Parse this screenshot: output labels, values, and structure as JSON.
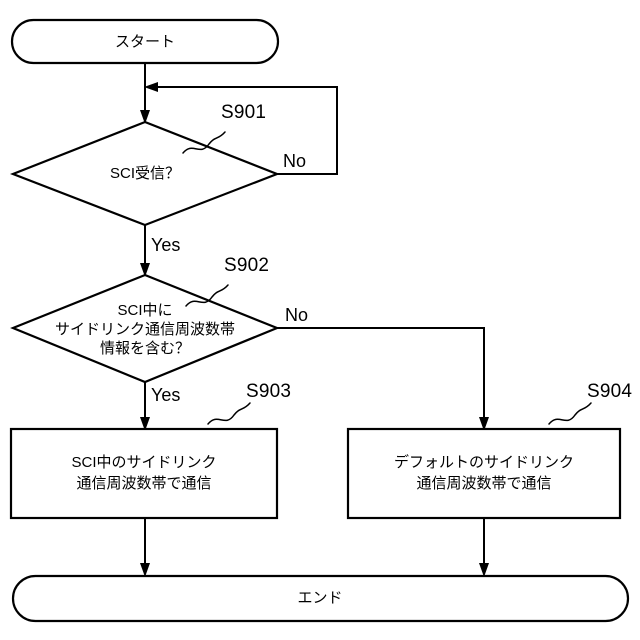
{
  "diagram": {
    "type": "flowchart",
    "title": "",
    "background_color": "#ffffff",
    "line_color": "#000000",
    "nodes": {
      "start": {
        "label": "スタート",
        "shape": "terminator"
      },
      "end": {
        "label": "エンド",
        "shape": "terminator"
      },
      "s901": {
        "ref": "S901",
        "shape": "decision",
        "label": "SCI受信？"
      },
      "s902": {
        "ref": "S902",
        "shape": "decision",
        "line1": "SCI中に",
        "line2": "サイドリンク通信周波数帯",
        "line3": "情報を含む？"
      },
      "s903": {
        "ref": "S903",
        "shape": "process",
        "line1": "SCI中のサイドリンク",
        "line2": "通信周波数帯で通信"
      },
      "s904": {
        "ref": "S904",
        "shape": "process",
        "line1": "デフォルトのサイドリンク",
        "line2": "通信周波数帯で通信"
      }
    },
    "edges": {
      "s901_no": "No",
      "s901_yes": "Yes",
      "s902_no": "No",
      "s902_yes": "Yes"
    }
  }
}
